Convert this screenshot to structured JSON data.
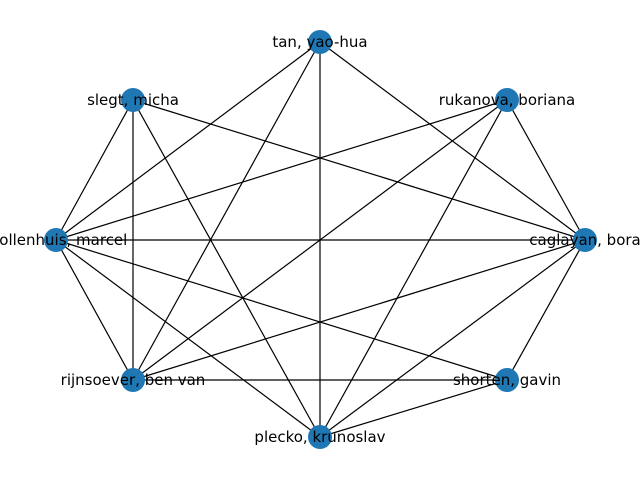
{
  "graph": {
    "node_color": "#1f77b4",
    "edge_color": "#000000",
    "nodes": [
      {
        "id": "tan",
        "label": "tan, yao-hua"
      },
      {
        "id": "rukanova",
        "label": "rukanova, boriana"
      },
      {
        "id": "caglayan",
        "label": "caglayan, bora"
      },
      {
        "id": "shorten",
        "label": "shorten, gavin"
      },
      {
        "id": "plecko",
        "label": "plecko, krunoslav"
      },
      {
        "id": "rijnsoever",
        "label": "rijnsoever, ben van"
      },
      {
        "id": "mollenhuis",
        "label": "mollenhuis, marcel"
      },
      {
        "id": "slegt",
        "label": "slegt, micha"
      }
    ],
    "edges": [
      [
        "tan",
        "caglayan"
      ],
      [
        "tan",
        "plecko"
      ],
      [
        "tan",
        "rijnsoever"
      ],
      [
        "tan",
        "mollenhuis"
      ],
      [
        "rukanova",
        "caglayan"
      ],
      [
        "rukanova",
        "plecko"
      ],
      [
        "rukanova",
        "rijnsoever"
      ],
      [
        "rukanova",
        "mollenhuis"
      ],
      [
        "caglayan",
        "shorten"
      ],
      [
        "caglayan",
        "plecko"
      ],
      [
        "caglayan",
        "rijnsoever"
      ],
      [
        "caglayan",
        "mollenhuis"
      ],
      [
        "caglayan",
        "slegt"
      ],
      [
        "shorten",
        "plecko"
      ],
      [
        "shorten",
        "rijnsoever"
      ],
      [
        "shorten",
        "mollenhuis"
      ],
      [
        "plecko",
        "mollenhuis"
      ],
      [
        "plecko",
        "slegt"
      ],
      [
        "rijnsoever",
        "mollenhuis"
      ],
      [
        "rijnsoever",
        "slegt"
      ],
      [
        "mollenhuis",
        "slegt"
      ]
    ]
  }
}
